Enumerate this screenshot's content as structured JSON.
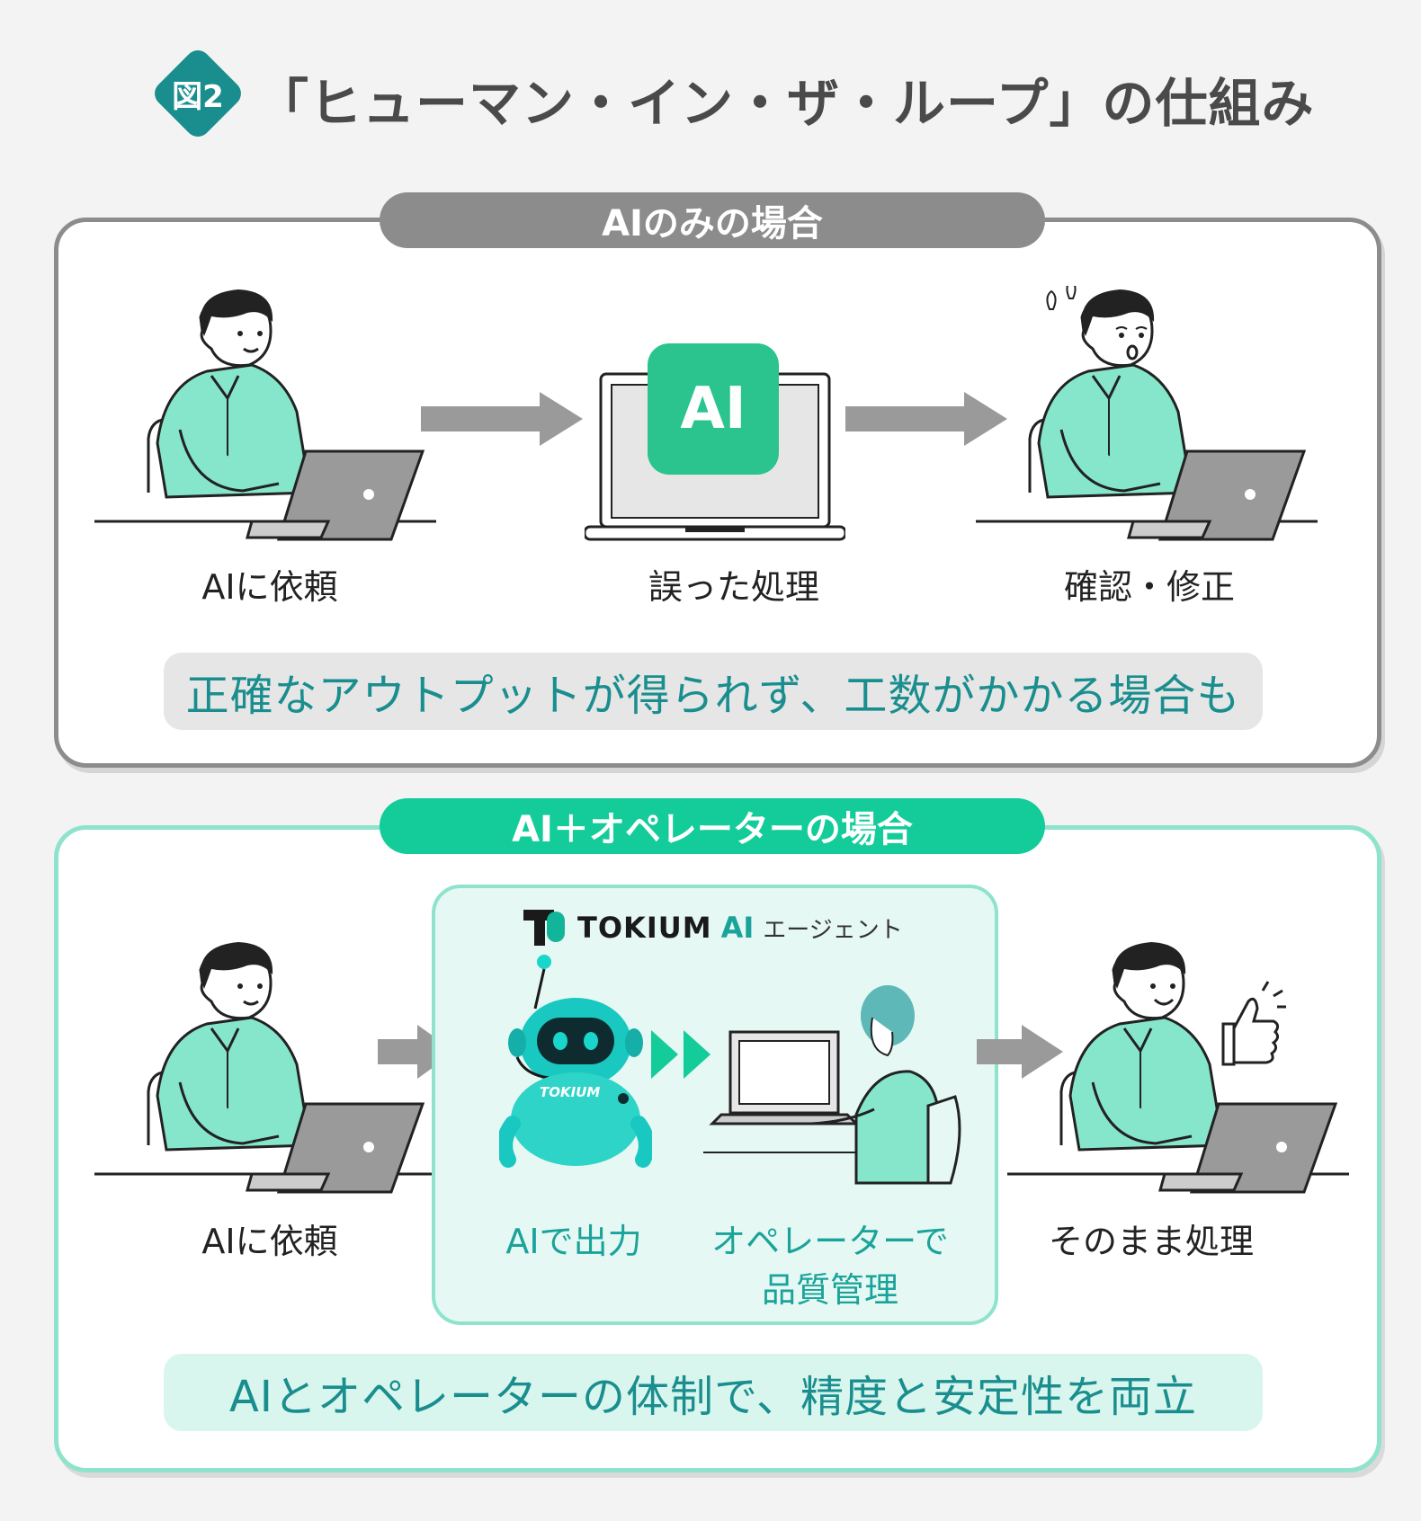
{
  "header": {
    "badge": "図2",
    "title": "「ヒューマン・イン・ザ・ループ」の仕組み"
  },
  "top_panel": {
    "label": "AIのみの場合",
    "steps": [
      {
        "caption": "AIに依頼"
      },
      {
        "caption": "誤った処理",
        "screen_text": "AI"
      },
      {
        "caption": "確認・修正"
      }
    ],
    "summary": "正確なアウトプットが得られず、工数がかかる場合も"
  },
  "bottom_panel": {
    "label": "AI＋オペレーターの場合",
    "brand": {
      "name": "TOKIUM",
      "ai": "AI",
      "suffix": "エージェント"
    },
    "robot_text": "TOKIUM",
    "steps": [
      {
        "caption": "AIに依頼"
      },
      {
        "caption": "AIで出力"
      },
      {
        "caption_line1": "オペレーターで",
        "caption_line2": "品質管理"
      },
      {
        "caption": "そのまま処理"
      }
    ],
    "summary": "AIとオペレーターの体制で、精度と安定性を両立"
  },
  "colors": {
    "teal": "#1a8e8e",
    "green": "#13cc99",
    "gray": "#8c8c8c",
    "shirt": "#86e6cc"
  }
}
